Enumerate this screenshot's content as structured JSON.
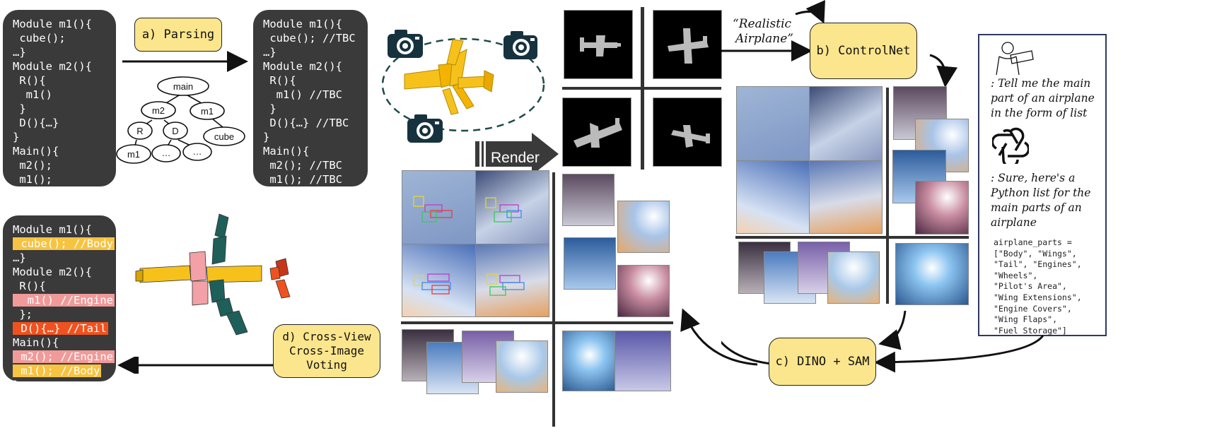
{
  "colors": {
    "code_bg": "#3a3a3a",
    "label_bg": "#fbe68d",
    "body_hl": "#f6c342",
    "engine_hl": "#f09a9a",
    "tail_hl": "#f0521f",
    "teal": "#1e5f5a",
    "yellow_part": "#f7c11c",
    "pink_part": "#f3a0a6"
  },
  "code_top_left": [
    "Module m1(){",
    " cube();",
    "…}",
    "Module m2(){",
    " R(){",
    "  m1()",
    " }",
    " D(){…}",
    "}",
    "Main(){",
    " m2();",
    " m1();",
    "}"
  ],
  "code_top_right": [
    "Module m1(){",
    " cube(); //TBC",
    "…}",
    "Module m2(){",
    " R(){",
    "  m1() //TBC",
    " }",
    " D(){…} //TBC",
    "}",
    "Main(){",
    " m2(); //TBC",
    " m1(); //TBC",
    "}"
  ],
  "code_bottom_left": [
    {
      "text": "Module m1(){",
      "hl": ""
    },
    {
      "text": " cube(); //Body",
      "hl": "body"
    },
    {
      "text": "…}",
      "hl": ""
    },
    {
      "text": "Module m2(){",
      "hl": ""
    },
    {
      "text": " R(){",
      "hl": ""
    },
    {
      "text": "  m1() //Engine",
      "hl": "engine"
    },
    {
      "text": " };",
      "hl": ""
    },
    {
      "text": " D(){…} //Tail",
      "hl": "tail"
    },
    {
      "text": "Main(){",
      "hl": ""
    },
    {
      "text": " m2(); //Engine",
      "hl": "engine"
    },
    {
      "text": " m1(); //Body",
      "hl": "body"
    },
    {
      "text": "}",
      "hl": ""
    }
  ],
  "labels": {
    "parsing": "a) Parsing",
    "controlnet": "b) ControlNet",
    "dino_sam": "c) DINO + SAM",
    "voting_lines": [
      "d) Cross-View",
      "Cross-Image",
      "Voting"
    ],
    "render": "Render",
    "prompt_lines": [
      "“Realistic",
      "Airplane”"
    ]
  },
  "tree": {
    "nodes": [
      "main",
      "m2",
      "m1",
      "R",
      "D",
      "cube",
      "m1",
      "…",
      "…"
    ]
  },
  "chat": {
    "user_lines": [
      ": Tell me the main",
      "part of an airplane",
      "in the form of list"
    ],
    "bot_lines": [
      ": Sure, here's a",
      "Python list for the",
      "main parts of an",
      "airplane"
    ],
    "code_lines": [
      "airplane_parts =",
      "[\"Body\", \"Wings\",",
      "\"Tail\", \"Engines\",",
      "\"Wheels\",",
      "\"Pilot's Area\",",
      "\"Wing Extensions\",",
      "\"Engine Covers\",",
      "\"Wing Flaps\",",
      "\"Fuel Storage\"]"
    ]
  }
}
